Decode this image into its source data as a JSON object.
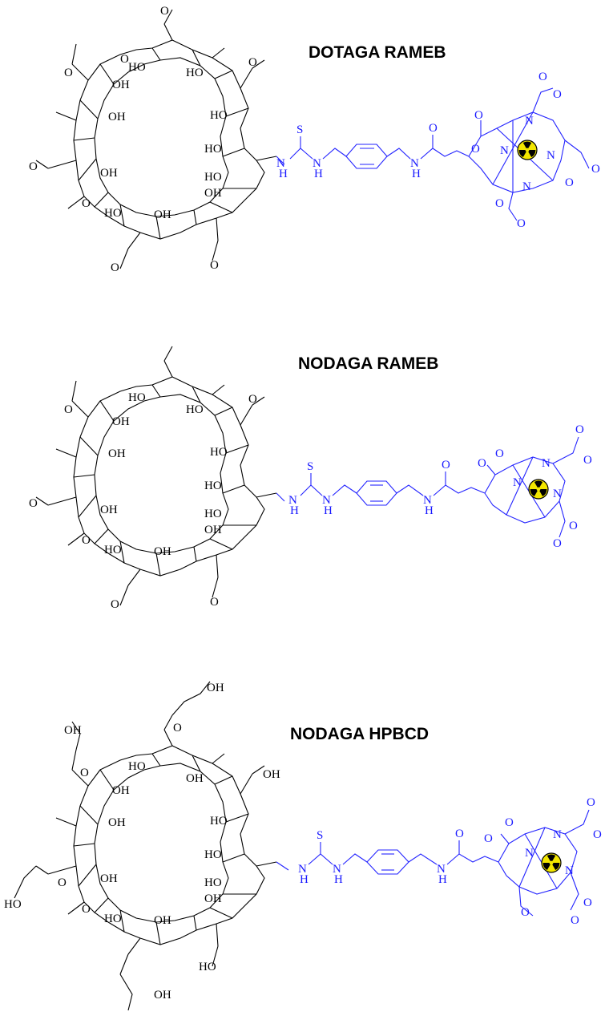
{
  "titles": {
    "t1": "DOTAGA RAMEB",
    "t2": "NODAGA RAMEB",
    "t3": "NODAGA HPBCD"
  },
  "atoms": {
    "O": "O",
    "OH": "OH",
    "HO": "HO",
    "N": "N",
    "H": "H",
    "S": "S"
  },
  "colors": {
    "cyclodextrin": "#000000",
    "chelator_linker": "#1a1aff",
    "radioactive_symbol_fill": "#f2e600",
    "radioactive_symbol_mark": "#000000"
  },
  "icons": {
    "radioactive": "radioactive-trefoil-icon"
  }
}
